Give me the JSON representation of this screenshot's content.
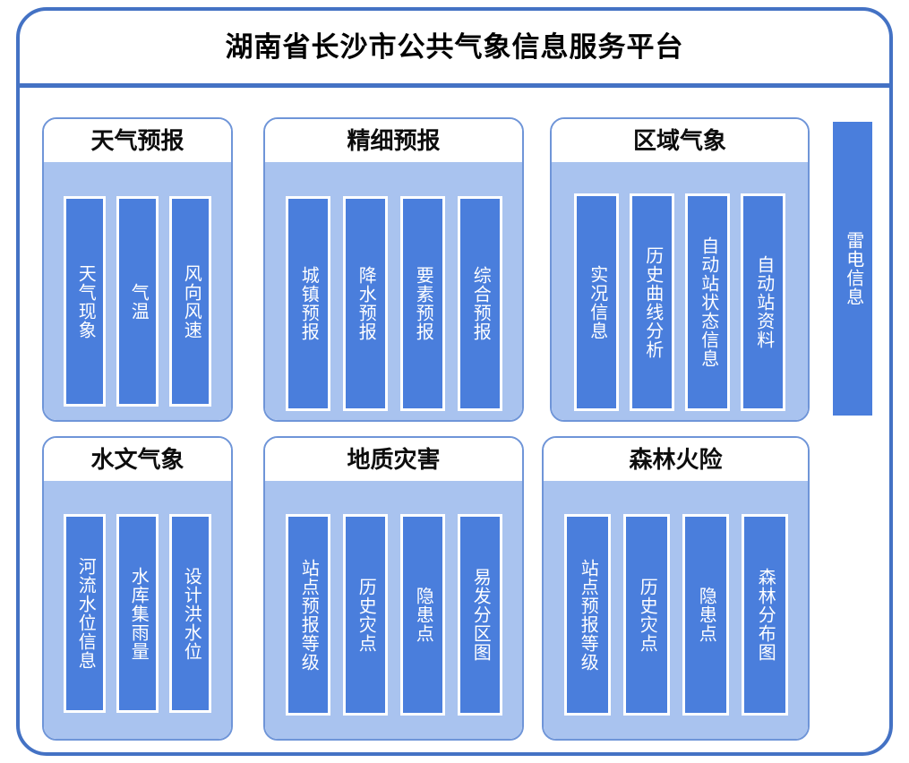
{
  "header": {
    "title": "湖南省长沙市公共气象信息服务平台"
  },
  "colors": {
    "frame_border": "#4472C4",
    "group_border": "#6F95D8",
    "group_body_bg": "#A9C3EF",
    "item_bar_bg": "#4A7EDC",
    "item_bar_border": "#ffffff",
    "item_text": "#ffffff",
    "title_text": "#000000"
  },
  "groups": [
    {
      "title": "天气预报",
      "items": [
        {
          "label": "天气现象"
        },
        {
          "label": "气温"
        },
        {
          "label": "风向风速"
        }
      ]
    },
    {
      "title": "精细预报",
      "items": [
        {
          "label": "城镇预报"
        },
        {
          "label": "降水预报"
        },
        {
          "label": "要素预报"
        },
        {
          "label": "综合预报"
        }
      ]
    },
    {
      "title": "区域气象",
      "items": [
        {
          "label": "实况信息"
        },
        {
          "label": "历史曲线分析"
        },
        {
          "label": "自动站状态信息"
        },
        {
          "label": "自动站资料"
        }
      ]
    },
    {
      "title": "水文气象",
      "items": [
        {
          "label": "河流水位信息"
        },
        {
          "label": "水库集雨量"
        },
        {
          "label": "设计洪水位"
        }
      ]
    },
    {
      "title": "地质灾害",
      "items": [
        {
          "label": "站点预报等级"
        },
        {
          "label": "历史灾点"
        },
        {
          "label": "隐患点"
        },
        {
          "label": "易发分区图"
        }
      ]
    },
    {
      "title": "森林火险",
      "items": [
        {
          "label": "站点预报等级"
        },
        {
          "label": "历史灾点"
        },
        {
          "label": "隐患点"
        },
        {
          "label": "森林分布图"
        }
      ]
    }
  ],
  "standalone": {
    "label": "雷电信息"
  }
}
